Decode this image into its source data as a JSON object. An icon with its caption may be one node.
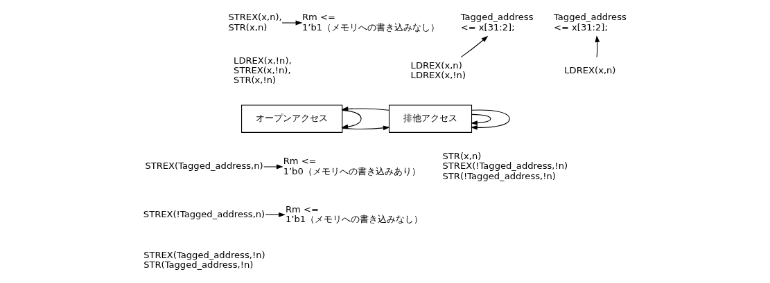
{
  "diagram": {
    "nodes": [
      {
        "text": [
          "オープンアクセス"
        ]
      },
      {
        "text": [
          "排他アクセス"
        ]
      },
      {
        "text": [
          "Rm <= 1’b1（メモリへの書き込みなし）"
        ]
      },
      {
        "text": [
          "STREX(x,n), STR(x,n)"
        ]
      },
      {
        "text": [
          "LDREX(x,!n), STREX(x,!n), STR(x,!n)"
        ]
      },
      {
        "text": [
          "Tagged_address <= x[31:2];"
        ]
      },
      {
        "text": [
          "LDREX(x,n)"
        ]
      },
      {
        "text": [
          "Tagged_address <= x[31:2];"
        ]
      },
      {
        "text": [
          "LDREX(x,n) LDREX(x,!n)"
        ]
      },
      {
        "text": [
          "Rm <= 1’b0（メモリへの書き込みあり）"
        ]
      },
      {
        "text": [
          "STREX(Tagged_address,n)"
        ]
      },
      {
        "text": [
          "Rm <= 1’b1（メモリへの書き込みなし）"
        ]
      },
      {
        "text": [
          "STREX(!Tagged_address,n)"
        ]
      },
      {
        "text": [
          "STREX(Tagged_address,!n) STR(Tagged_address,!n)"
        ]
      },
      {
        "text": [
          "STR(x,n) STREX(!Tagged_address,!n) STR(!Tagged_address,!n)"
        ]
      }
    ],
    "edges": [
      {
        "from": 0,
        "to": 0,
        "arrow": "to"
      },
      {
        "from": 0,
        "to": 1,
        "arrow": "to"
      },
      {
        "from": 1,
        "to": 1,
        "arrow": "to"
      },
      {
        "from": 1,
        "to": 1,
        "arrow": "to"
      },
      {
        "from": 1,
        "to": 0,
        "arrow": "to"
      },
      {
        "from": 3,
        "to": 2,
        "arrow": "to"
      },
      {
        "from": 6,
        "to": 5,
        "arrow": "to"
      },
      {
        "from": 8,
        "to": 7,
        "arrow": "to"
      },
      {
        "from": 10,
        "to": 9,
        "arrow": "to"
      },
      {
        "from": 12,
        "to": 11,
        "arrow": "to"
      }
    ]
  }
}
